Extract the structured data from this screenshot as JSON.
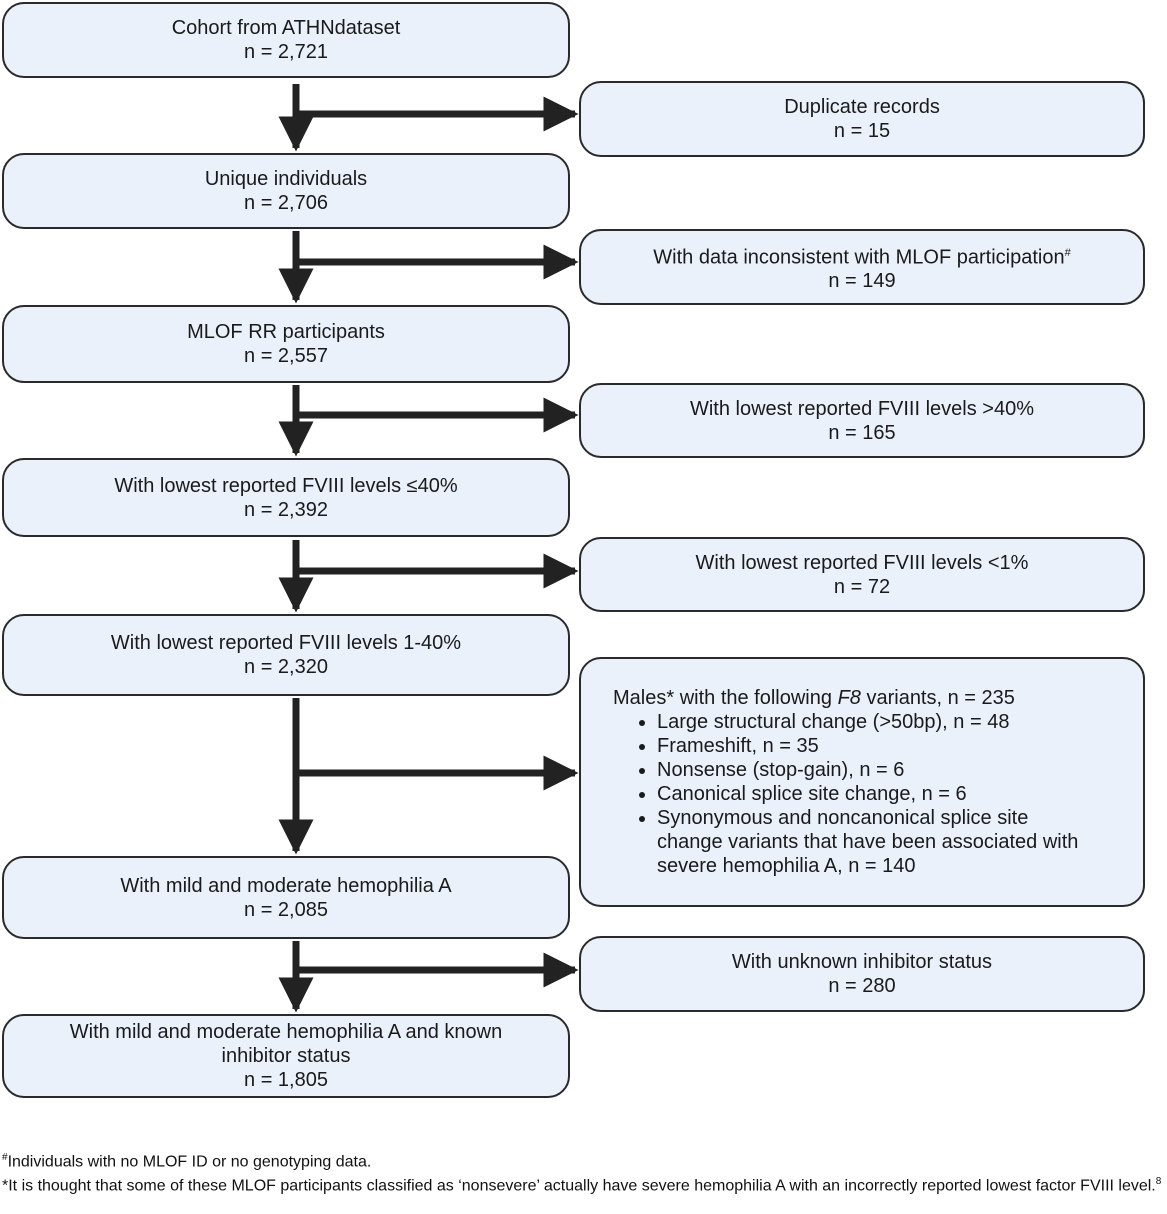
{
  "flowchart": {
    "main_boxes": [
      {
        "label": "Cohort from ATHNdataset",
        "count": "n = 2,721"
      },
      {
        "label": "Unique individuals",
        "count": "n = 2,706"
      },
      {
        "label": "MLOF RR participants",
        "count": "n = 2,557"
      },
      {
        "label": "With lowest reported FVIII levels ≤40%",
        "count": "n = 2,392"
      },
      {
        "label": "With lowest reported FVIII levels 1-40%",
        "count": "n = 2,320"
      },
      {
        "label": "With mild and moderate hemophilia A",
        "count": "n = 2,085"
      },
      {
        "label": "With mild and moderate hemophilia A and known inhibitor status",
        "count": "n = 1,805"
      }
    ],
    "excluded_boxes": [
      {
        "label": "Duplicate records",
        "count": "n = 15"
      },
      {
        "label": "With data inconsistent with MLOF participation",
        "superscript": "#",
        "count": "n = 149"
      },
      {
        "label": "With lowest reported FVIII levels >40%",
        "count": "n = 165"
      },
      {
        "label": "With lowest reported FVIII levels <1%",
        "count": "n = 72"
      },
      {
        "heading_prefix": "Males* with the following ",
        "heading_italic": "F8",
        "heading_suffix": " variants, n = 235",
        "items": [
          "Large structural change (>50bp), n = 48",
          "Frameshift, n = 35",
          "Nonsense (stop-gain), n = 6",
          "Canonical splice site change, n = 6",
          "Synonymous and noncanonical splice site change variants that have been associated with severe hemophilia A, n = 140"
        ]
      },
      {
        "label": "With unknown inhibitor status",
        "count": "n = 280"
      }
    ]
  },
  "footnotes": {
    "hash_mark": "#",
    "hash_note": "Individuals with no MLOF ID or no genotyping data.",
    "star_note": "*It is thought that some of these MLOF participants classified as ‘nonsevere’ actually have severe hemophilia A with an incorrectly reported lowest factor FVIII level.",
    "star_ref": "8"
  },
  "colors": {
    "box_fill": "#eaf1fb",
    "box_border": "#2a2a2a",
    "arrow": "#222222"
  }
}
